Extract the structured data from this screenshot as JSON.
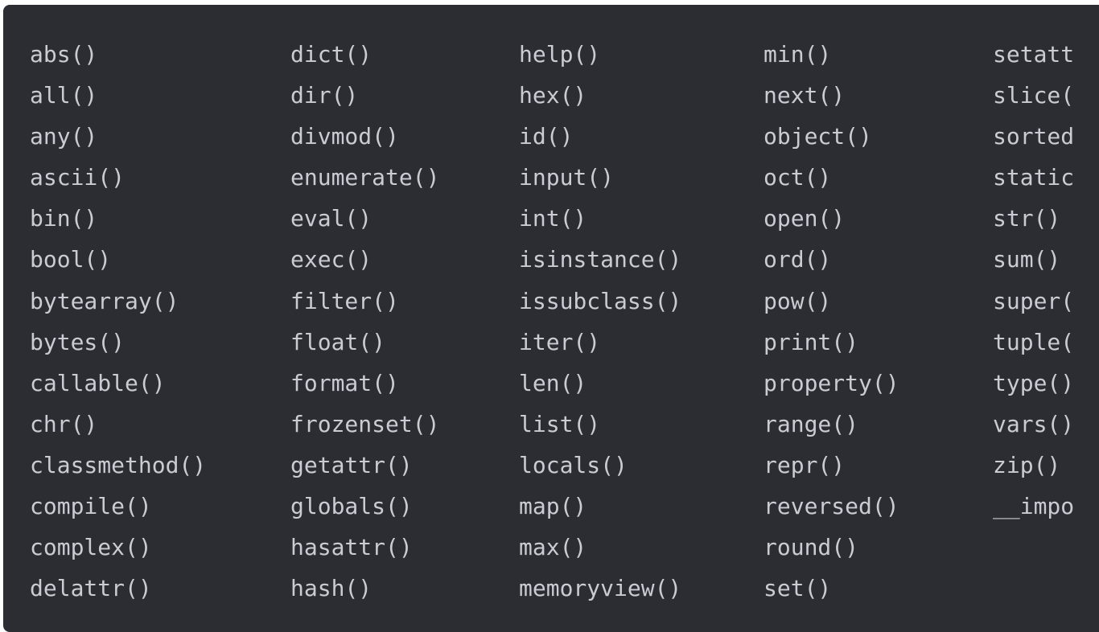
{
  "builtins": {
    "columns": [
      [
        "abs()",
        "all()",
        "any()",
        "ascii()",
        "bin()",
        "bool()",
        "bytearray()",
        "bytes()",
        "callable()",
        "chr()",
        "classmethod()",
        "compile()",
        "complex()",
        "delattr()"
      ],
      [
        "dict()",
        "dir()",
        "divmod()",
        "enumerate()",
        "eval()",
        "exec()",
        "filter()",
        "float()",
        "format()",
        "frozenset()",
        "getattr()",
        "globals()",
        "hasattr()",
        "hash()"
      ],
      [
        "help()",
        "hex()",
        "id()",
        "input()",
        "int()",
        "isinstance()",
        "issubclass()",
        "iter()",
        "len()",
        "list()",
        "locals()",
        "map()",
        "max()",
        "memoryview()"
      ],
      [
        "min()",
        "next()",
        "object()",
        "oct()",
        "open()",
        "ord()",
        "pow()",
        "print()",
        "property()",
        "range()",
        "repr()",
        "reversed()",
        "round()",
        "set()"
      ],
      [
        "setatt",
        "slice(",
        "sorted",
        "static",
        "str()",
        "sum()",
        "super(",
        "tuple(",
        "type()",
        "vars()",
        "zip()",
        "__impo"
      ]
    ]
  },
  "colors": {
    "background": "#2b2d33",
    "text": "#c9ccd2"
  }
}
